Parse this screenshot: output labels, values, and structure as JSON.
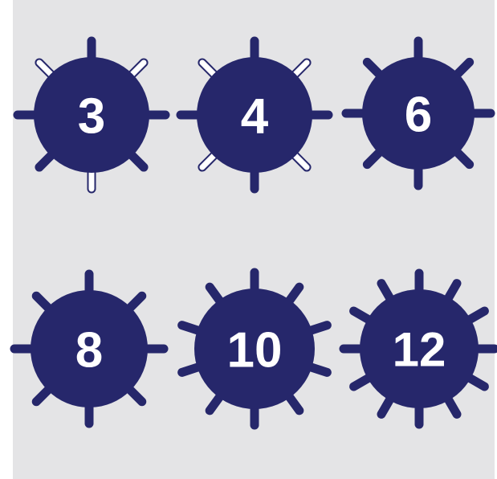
{
  "colors": {
    "page_border": "#ffffff",
    "background": "#e4e4e6",
    "badge_fill": "#26276b",
    "number": "#ffffff",
    "open_spike_fill": "#ffffff"
  },
  "badges": [
    {
      "label": "3",
      "spikes": 8,
      "open_spikes": 3
    },
    {
      "label": "4",
      "spikes": 8,
      "open_spikes": 4
    },
    {
      "label": "6",
      "spikes": 8,
      "open_spikes": 0
    },
    {
      "label": "8",
      "spikes": 8,
      "open_spikes": 0
    },
    {
      "label": "10",
      "spikes": 10,
      "open_spikes": 0
    },
    {
      "label": "12",
      "spikes": 12,
      "open_spikes": 0
    }
  ]
}
